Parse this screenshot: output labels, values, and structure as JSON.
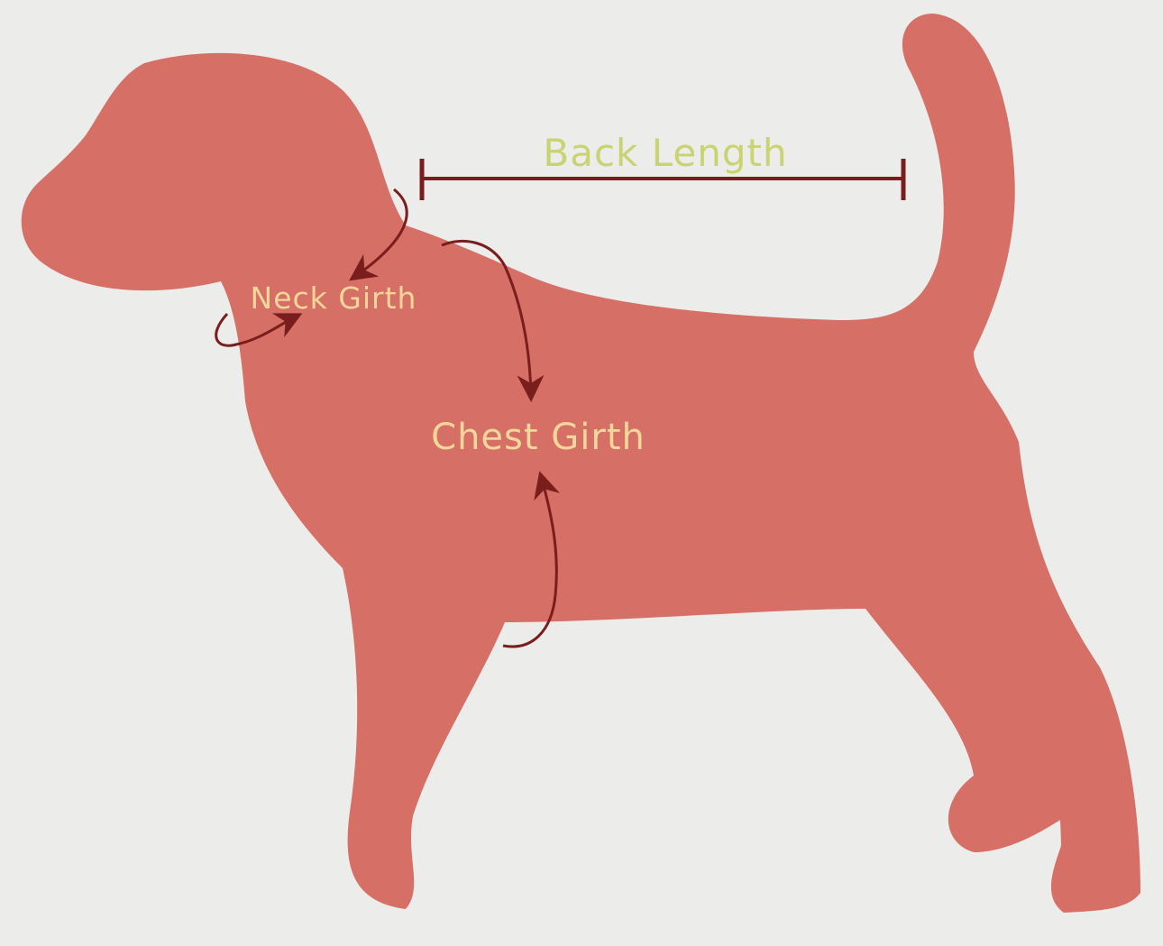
{
  "colors": {
    "background": "#ececea",
    "dog": "#d66f66",
    "arrow": "#7a1d1d",
    "back_length_label": "#c9d36f",
    "girth_label": "#f3d69a"
  },
  "labels": {
    "back_length": "Back Length",
    "neck_girth": "Neck Girth",
    "chest_girth": "Chest Girth"
  }
}
